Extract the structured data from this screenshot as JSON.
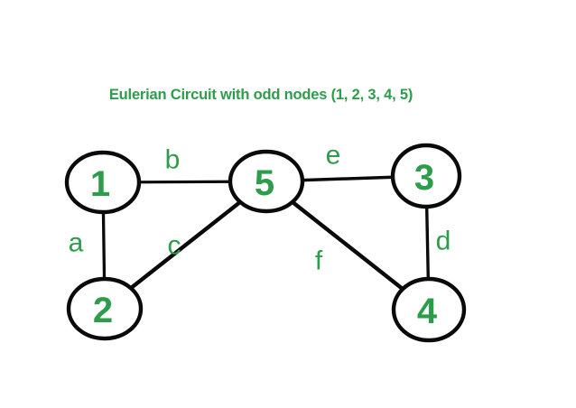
{
  "title": "Eulerian Circuit with odd nodes (1, 2, 3, 4, 5)",
  "colors": {
    "accent_green": "#2E9D4B",
    "line_black": "#0A0A0A",
    "background": "#FFFFFF"
  },
  "graph": {
    "type": "undirected-graph",
    "nodes": [
      {
        "id": "1",
        "label": "1"
      },
      {
        "id": "2",
        "label": "2"
      },
      {
        "id": "3",
        "label": "3"
      },
      {
        "id": "4",
        "label": "4"
      },
      {
        "id": "5",
        "label": "5"
      }
    ],
    "edges": [
      {
        "label": "a",
        "from": "1",
        "to": "2"
      },
      {
        "label": "b",
        "from": "1",
        "to": "5"
      },
      {
        "label": "c",
        "from": "2",
        "to": "5"
      },
      {
        "label": "d",
        "from": "3",
        "to": "4"
      },
      {
        "label": "e",
        "from": "5",
        "to": "3"
      },
      {
        "label": "f",
        "from": "5",
        "to": "4"
      }
    ]
  }
}
